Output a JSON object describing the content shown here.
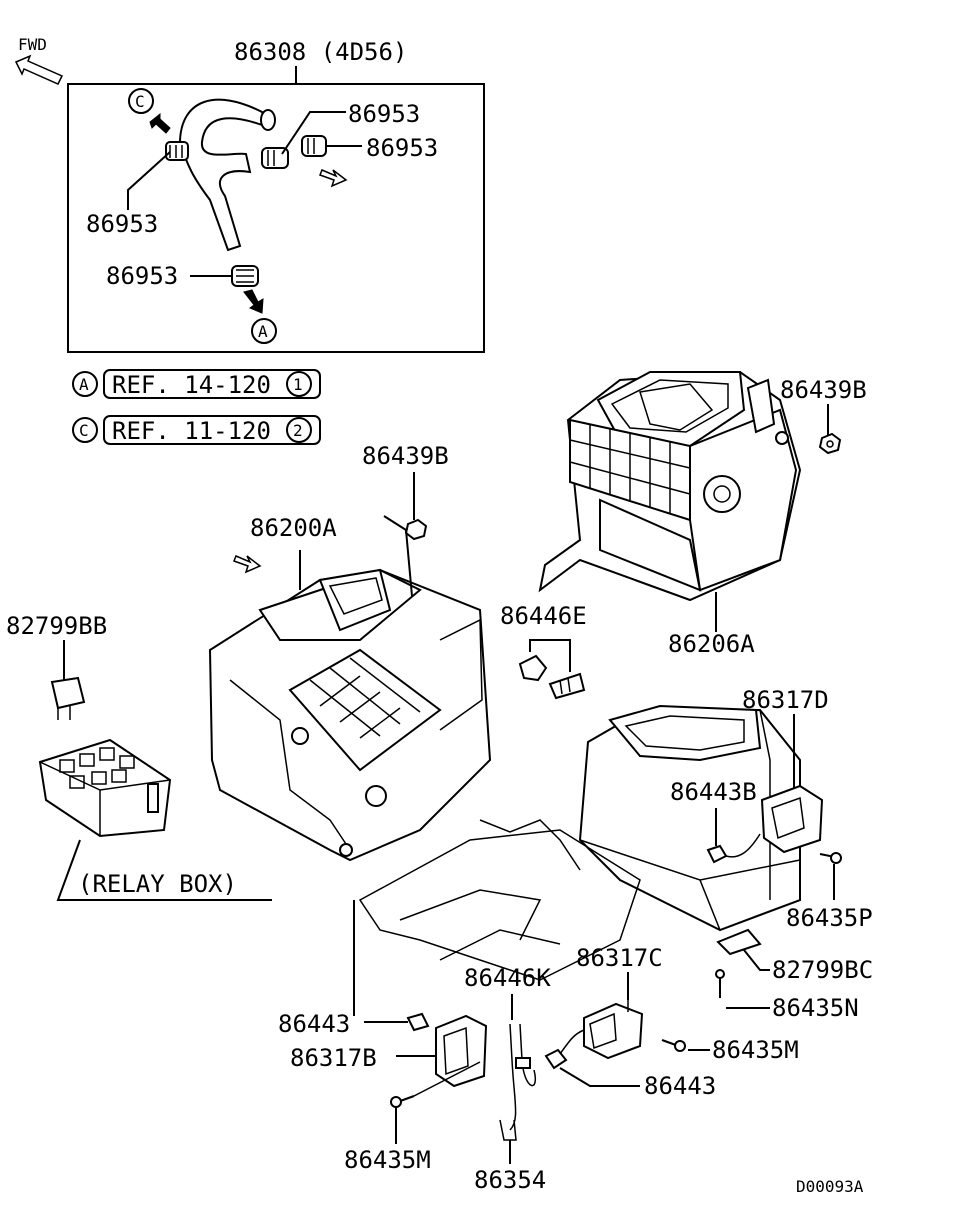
{
  "diagram": {
    "fwd": "FWD",
    "hose_box_title": "86308 (4D56)",
    "labels": {
      "p86953_a": "86953",
      "p86953_b": "86953",
      "p86953_c": "86953",
      "p86953_d": "86953",
      "p86439b_top": "86439B",
      "p86439b_mid": "86439B",
      "p86200a": "86200A",
      "p86206a": "86206A",
      "p86446e": "86446E",
      "p82799bb": "82799BB",
      "relay_box": "(RELAY BOX)",
      "p86317d": "86317D",
      "p86443b": "86443B",
      "p86435p": "86435P",
      "p82799bc": "82799BC",
      "p86435n": "86435N",
      "p86317c": "86317C",
      "p86446k": "86446K",
      "p86443_left": "86443",
      "p86317b": "86317B",
      "p86435m_right": "86435M",
      "p86443_right": "86443",
      "p86435m_bottom": "86435M",
      "p86354": "86354",
      "drawing_no": "D00093A"
    },
    "refs": [
      {
        "mark": "A",
        "text": "REF. 14-120",
        "num": "1"
      },
      {
        "mark": "C",
        "text": "REF. 11-120",
        "num": "2"
      }
    ],
    "arrow_marks": {
      "c": "C",
      "a": "A"
    }
  }
}
